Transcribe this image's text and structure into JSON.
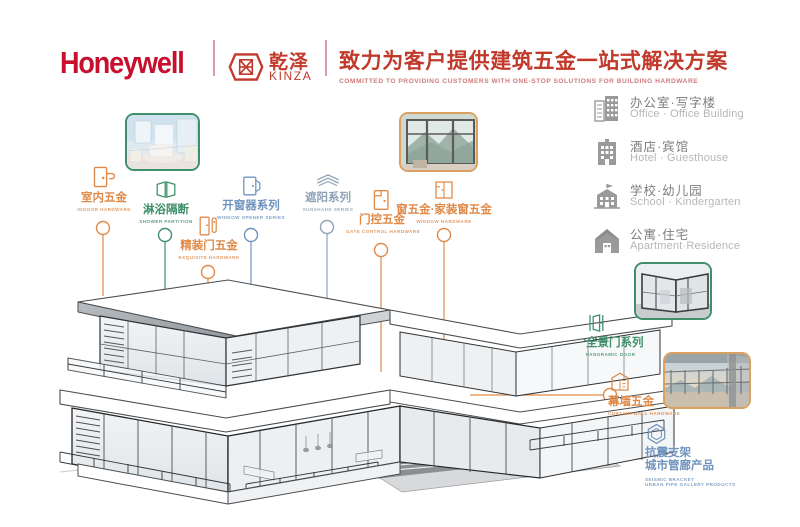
{
  "header": {
    "brand": "Honeywell",
    "partner": {
      "cn": "乾泽",
      "en": "KINZA",
      "logo_icon": "kinza-hexagon-logo"
    },
    "tagline_cn": "致力为客户提供建筑五金一站式解决方案",
    "tagline_en": "COMMITTED TO PROVIDING CUSTOMERS WITH ONE-STOP SOLUTIONS FOR BUILDING HARDWARE",
    "brand_color": "#c8102e",
    "accent_color": "#c0392b"
  },
  "colors": {
    "orange": "#e08a49",
    "green": "#3f8f6b",
    "blue": "#6f93bd",
    "steel": "#8fa3b8",
    "grey_text": "#7d7d7d",
    "grey_sub": "#b6b6b6"
  },
  "callouts": [
    {
      "id": "indoor-hardware",
      "cn": "室内五金",
      "en": "INDOOR HARDWARE",
      "color": "#e08a49",
      "icon": "door-handle-icon"
    },
    {
      "id": "shower-partition",
      "cn": "淋浴隔断",
      "en": "SHOWER PARTITION",
      "color": "#3f8f6b",
      "icon": "shower-screen-icon"
    },
    {
      "id": "exquisite-hardware",
      "cn": "精装门五金",
      "en": "EXQUISITE HARDWARE",
      "color": "#e08a49",
      "icon": "door-lock-icon"
    },
    {
      "id": "window-opener-series",
      "cn": "开窗器系列",
      "en": "WINDOW OPENER SERIES",
      "color": "#6f93bd",
      "icon": "window-opener-icon"
    },
    {
      "id": "sunshade-series",
      "cn": "遮阳系列",
      "en": "SUNSHADE SERIES",
      "color": "#8fa3b8",
      "icon": "louver-sunshade-icon"
    },
    {
      "id": "gate-control-hardware",
      "cn": "门控五金",
      "en": "GATE CONTROL HARDWARE",
      "color": "#e08a49",
      "icon": "door-closer-icon"
    },
    {
      "id": "window-hardware",
      "cn": "窗五金·家装窗五金",
      "en": "WINDOW HARDWARE",
      "color": "#e08a49",
      "icon": "window-frame-icon"
    },
    {
      "id": "panoramic-door",
      "cn": "全景门系列",
      "en": "PANORAMIC DOOR",
      "color": "#3f8f6b",
      "icon": "panoramic-door-icon"
    },
    {
      "id": "curtain-wall-hardware",
      "cn": "幕墙五金",
      "en": "CURTAIN WALL HARDWARE",
      "color": "#e08a49",
      "icon": "curtain-wall-icon"
    },
    {
      "id": "seismic-bracket",
      "cn": "抗震支架",
      "cn2": "城市管廊产品",
      "en": "SEISMIC BRACKET",
      "en2": "URBAN PIPE GALLERY PRODUCTS",
      "color": "#6f93bd",
      "icon": "hexagon-bracket-icon"
    }
  ],
  "thumbnails": [
    {
      "id": "bathroom-interior-photo",
      "border": "#3f8f6b",
      "alt": "bathroom shower interior"
    },
    {
      "id": "window-mountain-view-photo",
      "border": "#d9a05f",
      "alt": "window with mountain view"
    },
    {
      "id": "glass-panoramic-door-photo",
      "border": "#3f8f6b",
      "alt": "glass panoramic door corner"
    },
    {
      "id": "glass-railing-sunset-photo",
      "border": "#d9a05f",
      "alt": "glass curtain wall railing at sunset"
    }
  ],
  "categories": [
    {
      "id": "office",
      "cn": "办公室·写字楼",
      "en": "Office · Office Building",
      "icon": "office-building-icon"
    },
    {
      "id": "hotel",
      "cn": "酒店·宾馆",
      "en": "Hotel · Guesthouse",
      "icon": "hotel-icon"
    },
    {
      "id": "school",
      "cn": "学校·幼儿园",
      "en": "School · Kindergarten",
      "icon": "school-icon"
    },
    {
      "id": "apartment",
      "cn": "公寓·住宅",
      "en": "Apartment·Residence",
      "icon": "house-icon"
    }
  ],
  "illustration": {
    "id": "modern-villa-line-drawing",
    "description": "architectural line drawing of a modern multi-level villa"
  }
}
